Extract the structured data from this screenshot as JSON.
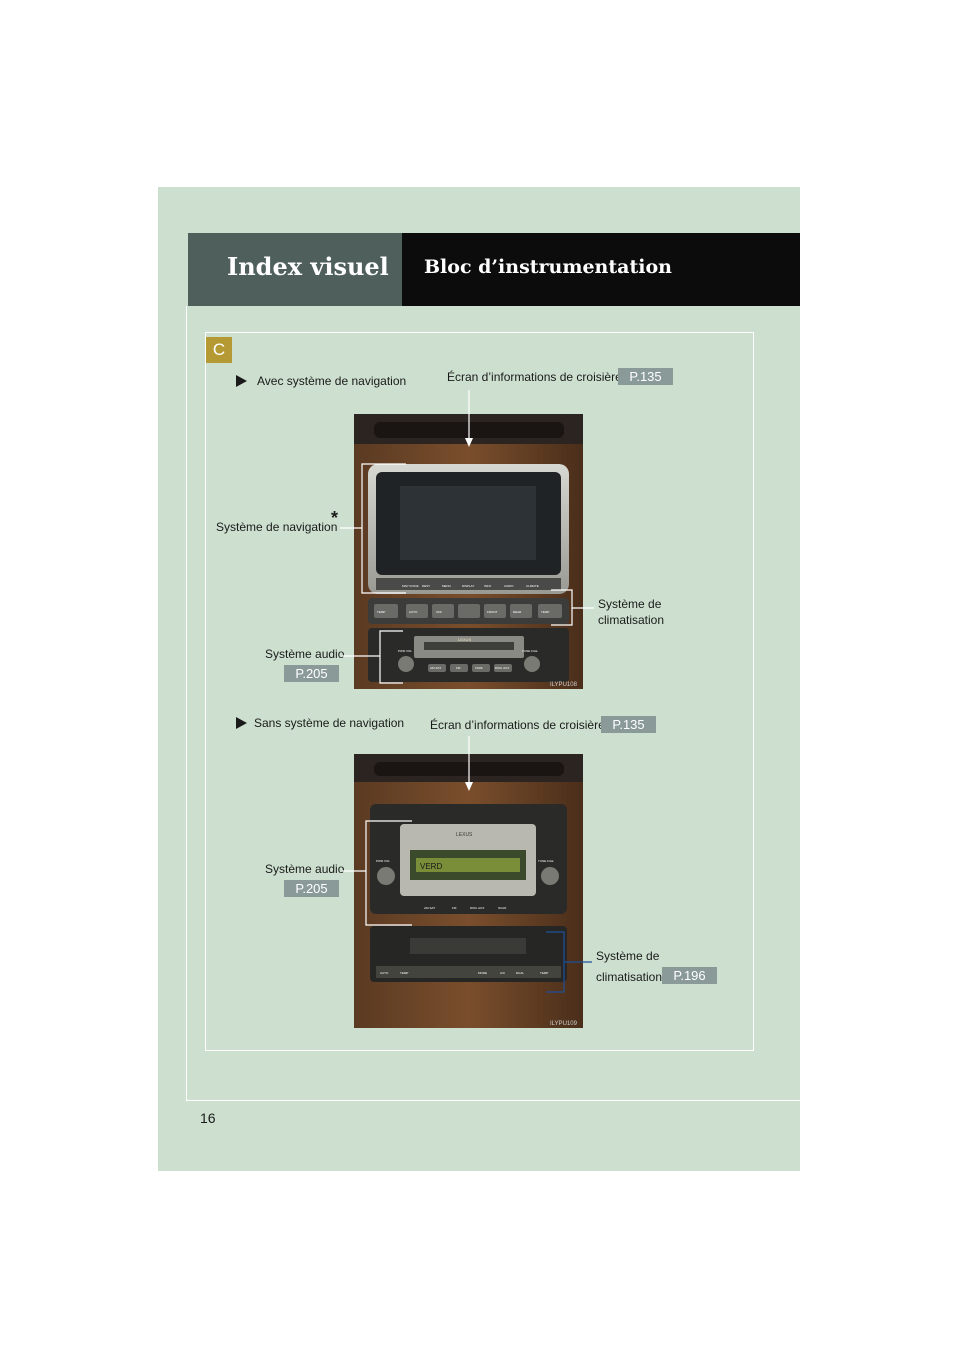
{
  "header": {
    "section": "Index visuel",
    "chapter": "Bloc d’instrumentation"
  },
  "section_badge": "C",
  "with_nav": {
    "title": "Avec système de navigation",
    "cruise_display_label": "Écran d’informations de croisière",
    "cruise_display_ref": "P.135",
    "nav_system_label": "Système de navigation",
    "nav_asterisk": "*",
    "climate_label_line1": "Système de",
    "climate_label_line2": "climatisation",
    "audio_label": "Système audio",
    "audio_ref": "P.205",
    "image_code": "ILYPU108"
  },
  "without_nav": {
    "title": "Sans système de navigation",
    "cruise_display_label": "Écran d’informations de croisière",
    "cruise_display_ref": "P.135",
    "audio_label": "Système audio",
    "audio_ref": "P.205",
    "climate_label_line1": "Système de",
    "climate_label_line2": "climatisation",
    "climate_ref": "P.196",
    "image_code": "ILYPU109"
  },
  "photo1_buttons": [
    "MAP VOICE",
    "DEST",
    "MENU",
    "DISPLAY",
    "INFO",
    "AUDIO",
    "CLIMATE"
  ],
  "photo1_climate_buttons": [
    "TEMP",
    "AUTO",
    "OFF",
    "FRONT",
    "REAR",
    "TEMP"
  ],
  "photo1_audio_buttons": [
    "AM·SAT",
    "FM",
    "TAPE",
    "DISC·AUX"
  ],
  "photo1_knobs": [
    "PWR·VOL",
    "TUNE·FILE"
  ],
  "photo1_brand": "LEXUS",
  "photo2_brand": "LEXUS",
  "photo2_display_text": "VERD",
  "photo2_audio_buttons": [
    "AM·SAT",
    "FM",
    "DISC·AUX",
    "SCAN"
  ],
  "photo2_knobs": [
    "PWR·VOL",
    "TUNE·FILE"
  ],
  "photo2_climate_buttons": [
    "AUTO",
    "TEMP",
    "MODE",
    "A/C",
    "DUAL",
    "TEMP"
  ],
  "page_number": "16",
  "colors": {
    "page_background": "#cde0cf",
    "header_section_bg": "#4f5f5c",
    "header_chapter_bg": "#0c0c0c",
    "ref_badge": "#8a9a99",
    "section_badge": "#b59a34"
  }
}
